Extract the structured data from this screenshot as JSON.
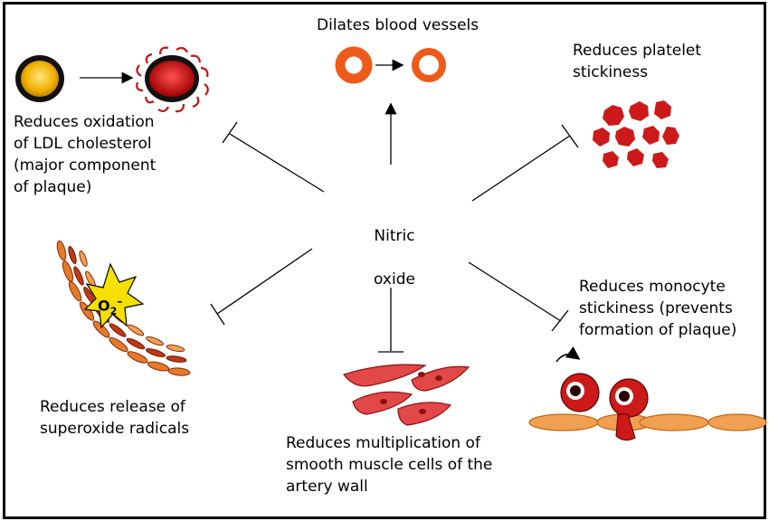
{
  "center": {
    "line1": "Nitric",
    "line2": "oxide"
  },
  "effects": {
    "vessels": "Dilates blood vessels",
    "platelet": "Reduces platelet\nstickiness",
    "ldl": "Reduces oxidation\nof LDL cholesterol\n(major component\nof plaque)",
    "superoxide": "Reduces release of\nsuperoxide radicals",
    "monocyte": "Reduces monocyte\nstickiness (prevents\nformation of plaque)",
    "smooth_muscle": "Reduces multiplication of\nsmooth muscle cells of the\nartery wall"
  },
  "superoxide_symbol": {
    "base": "O",
    "subscript": "2",
    "charge": "–"
  },
  "colors": {
    "red_cell": "#cc1a1a",
    "orange_ring": "#ee5a1a",
    "smooth_muscle": "#e24848",
    "endothelium": "#f0a050",
    "yellow_star": "#f5e000"
  }
}
